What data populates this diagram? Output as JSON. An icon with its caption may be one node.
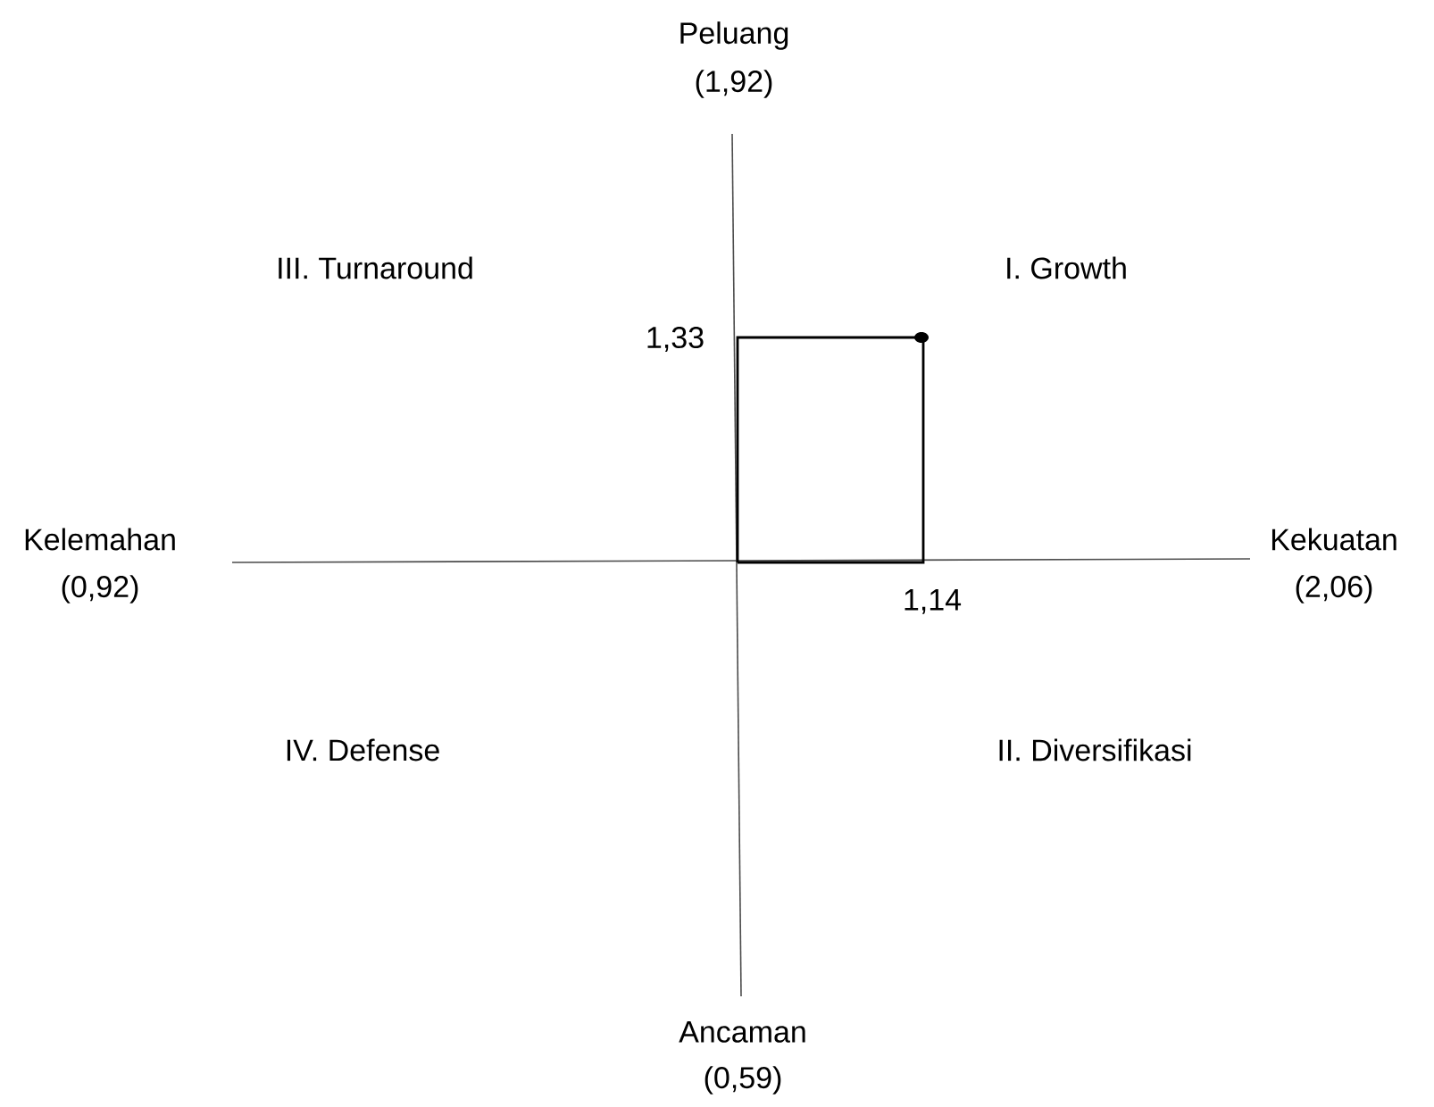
{
  "diagram": {
    "labels": [
      "Peluang",
      "(1,92)",
      "III. Turnaround",
      "I. Growth",
      "1,33",
      "Kelemahan",
      "(0,92)",
      "Kekuatan",
      "(2,06)",
      "1,14",
      "IV. Defense",
      "II. Diversifikasi",
      "Ancaman",
      "(0,59)"
    ]
  }
}
